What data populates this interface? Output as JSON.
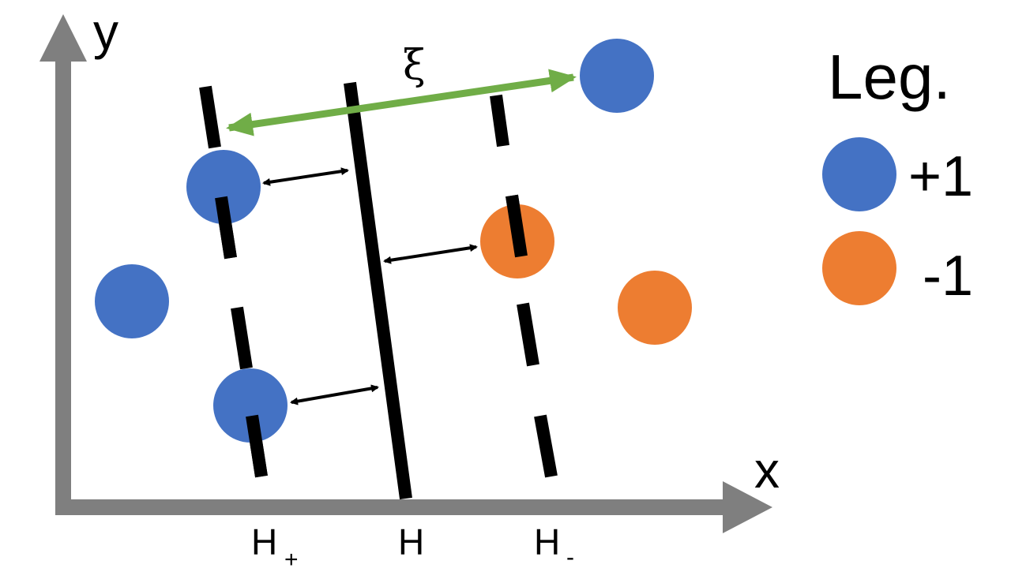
{
  "axes": {
    "x_label": "x",
    "y_label": "y",
    "color": "#7f7f7f"
  },
  "hyperplanes": {
    "positive_label": "H",
    "positive_subscript": "+",
    "main_label": "H",
    "negative_label": "H",
    "negative_subscript": "-"
  },
  "slack": {
    "symbol": "ξ",
    "arrow_color": "#70ad47"
  },
  "legend": {
    "title": "Leg.",
    "items": [
      {
        "label": "+1",
        "color": "#4472c4",
        "class": "positive"
      },
      {
        "label": "-1",
        "color": "#ed7d31",
        "class": "negative"
      }
    ]
  },
  "points": [
    {
      "class": "positive",
      "color": "#4472c4",
      "role": "outlier-beyond-negative-margin"
    },
    {
      "class": "positive",
      "color": "#4472c4",
      "role": "support-vector-upper"
    },
    {
      "class": "positive",
      "color": "#4472c4",
      "role": "inside-positive-side"
    },
    {
      "class": "positive",
      "color": "#4472c4",
      "role": "support-vector-lower"
    },
    {
      "class": "negative",
      "color": "#ed7d31",
      "role": "support-vector"
    },
    {
      "class": "negative",
      "color": "#ed7d31",
      "role": "outside-negative-side"
    }
  ],
  "line_color": "#000000"
}
